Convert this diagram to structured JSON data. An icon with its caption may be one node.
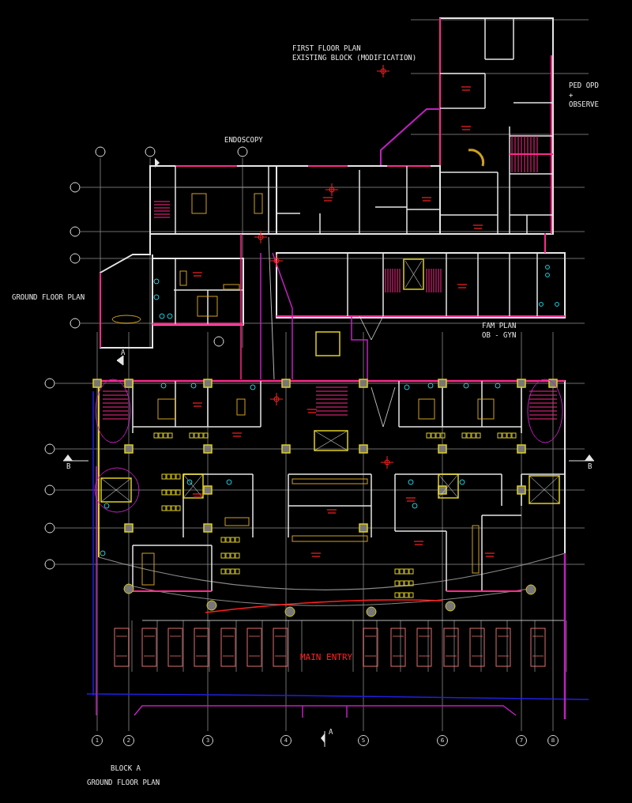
{
  "diagram": {
    "labels": [
      "FIRST FLOOR PLAN",
      "EXISTING BLOCK (MODIFICATION)",
      "PED OPD + OBSERVE",
      "ENDOSCOPY",
      "GROUND FLOOR PLAN",
      "FAM PLAN OB - GYN",
      "A",
      "B",
      "B",
      "MAIN ENTRY",
      "1",
      "2",
      "3",
      "4",
      "5",
      "6",
      "7",
      "8",
      "A",
      "BLOCK A",
      "GROUND FLOOR PLAN"
    ]
  }
}
